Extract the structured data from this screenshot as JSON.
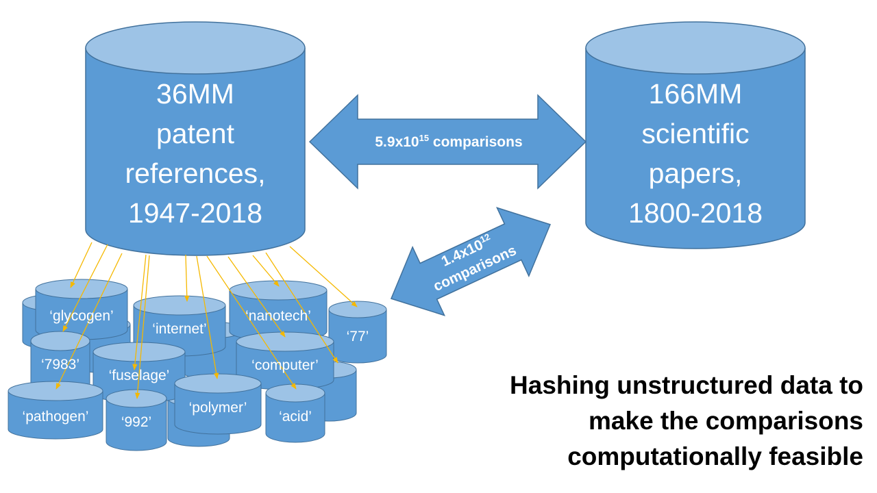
{
  "colors": {
    "cylinder_body": "#5b9bd5",
    "cylinder_top": "#9dc3e6",
    "outline": "#41719c",
    "connector": "#f5b800",
    "headline": "#000000"
  },
  "databases": {
    "patents": {
      "count": "36MM",
      "line2": "patent",
      "line3": "references,",
      "line4": "1947-2018"
    },
    "papers": {
      "count": "166MM",
      "line2": "scientific",
      "line3": "papers,",
      "line4": "1800-2018"
    }
  },
  "arrows": {
    "top": {
      "base": "5.9x10",
      "exp": "15",
      "suffix": " comparisons"
    },
    "bottom": {
      "base": "1.4x10",
      "exp": "12",
      "suffix": "comparisons"
    }
  },
  "hash_buckets": [
    "‘glycogen’",
    "‘internet’",
    "‘nanotech’",
    "‘77’",
    "‘7983’",
    "‘fuselage’",
    "‘computer’",
    "‘pathogen’",
    "‘992’",
    "‘polymer’",
    "‘acid’"
  ],
  "headline": {
    "line1": "Hashing unstructured data to",
    "line2": "make the comparisons",
    "line3": "computationally feasible"
  }
}
